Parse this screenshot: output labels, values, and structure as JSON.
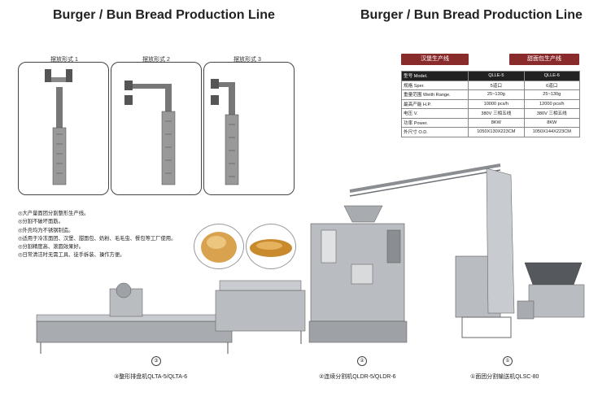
{
  "titles": {
    "left": "Burger / Bun Bread Production Line",
    "right": "Burger / Bun Bread Production Line"
  },
  "layouts": [
    {
      "label": "摆放形式 1"
    },
    {
      "label": "摆放形式 2"
    },
    {
      "label": "摆放形式 3"
    }
  ],
  "spec": {
    "headers": [
      "汉堡生产线",
      "甜面包生产线"
    ],
    "rows": [
      [
        "型号 Model.",
        "QLLE-5",
        "QLLE-6"
      ],
      [
        "规格 Sper.",
        "5道口",
        "6道口"
      ],
      [
        "重量范围 Weith Range.",
        "25~130g",
        "25~130g"
      ],
      [
        "最高产能 H.P.",
        "10000 pcs/h",
        "12000 pcs/h"
      ],
      [
        "电压 V.",
        "380V 三相五线",
        "380V 三相五线"
      ],
      [
        "功率 Power.",
        "8KW",
        "8KW"
      ],
      [
        "外尺寸 O.D.",
        "1050X130X223CM",
        "1050X144X223CM"
      ]
    ]
  },
  "features": [
    "◎大产量面团分割整形生产线。",
    "◎分割不破坏面筋。",
    "◎外壳均为不锈钢制造。",
    "◎适用于冷冻面团、汉堡、甜面包、奶粉、毛毛虫、餐包等工厂使用。",
    "◎分割精度高、滚圆效果好。",
    "◎日常清洁时无需工具、徒手拆装、操作方便。"
  ],
  "machines": [
    {
      "num": "③",
      "caption": "③整形排盘机QLTA-5/QLTA-6"
    },
    {
      "num": "②",
      "caption": "②连续分割机QLDR-5/QLDR-6"
    },
    {
      "num": "①",
      "caption": "①面团分割输送机QLSC-80"
    }
  ],
  "colors": {
    "header_bg": "#8a2b2b",
    "steel": "#b9bcc0",
    "dark_steel": "#6d7075"
  }
}
